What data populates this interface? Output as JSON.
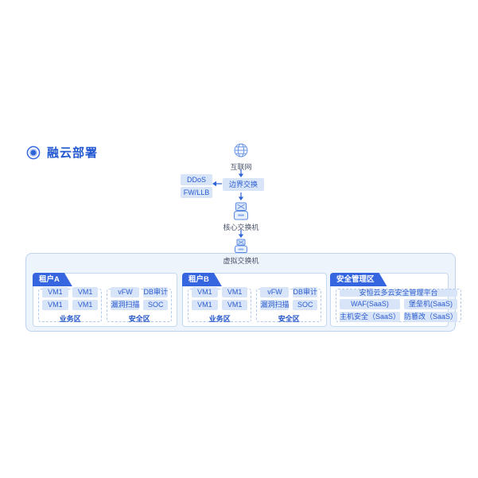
{
  "page": {
    "title": "融云部署"
  },
  "flow": {
    "internet_label": "互联网",
    "border_switch_label": "边界交换",
    "edge_devices": [
      "DDoS",
      "FW/LLB"
    ],
    "core_switch_label": "核心交换机",
    "virtual_switch_label": "虚拟交换机"
  },
  "tenant_a": {
    "tab": "租户A",
    "business_zone": {
      "label": "业务区",
      "items": [
        "VM1",
        "VM1",
        "VM1",
        "VM1"
      ]
    },
    "security_zone": {
      "label": "安全区",
      "items": [
        "vFW",
        "DB审计",
        "漏洞扫描",
        "SOC"
      ]
    }
  },
  "tenant_b": {
    "tab": "租户B",
    "business_zone": {
      "label": "业务区",
      "items": [
        "VM1",
        "VM1",
        "VM1",
        "VM1"
      ]
    },
    "security_zone": {
      "label": "安全区",
      "items": [
        "vFW",
        "DB审计",
        "漏洞扫描",
        "SOC"
      ]
    }
  },
  "security_mgmt": {
    "tab": "安全管理区",
    "platform": "安恒云多云安全管理平台",
    "items": [
      "WAF(SaaS)",
      "堡垒机(SaaS)",
      "主机安全（SaaS）",
      "防篡改（SaaS）"
    ]
  },
  "colors": {
    "accent_blue": "#2E63D8",
    "tab_bg": "#3566DF",
    "chip_bg": "#D8E4F8",
    "chip_text": "#2A5BD0",
    "container_bg": "#EEF4FC",
    "container_border": "#BED3EF",
    "panel_border": "#C5D8F2",
    "dashed_border": "#B0C9EE",
    "label_text": "#49536B",
    "title_text": "#2157D0"
  }
}
